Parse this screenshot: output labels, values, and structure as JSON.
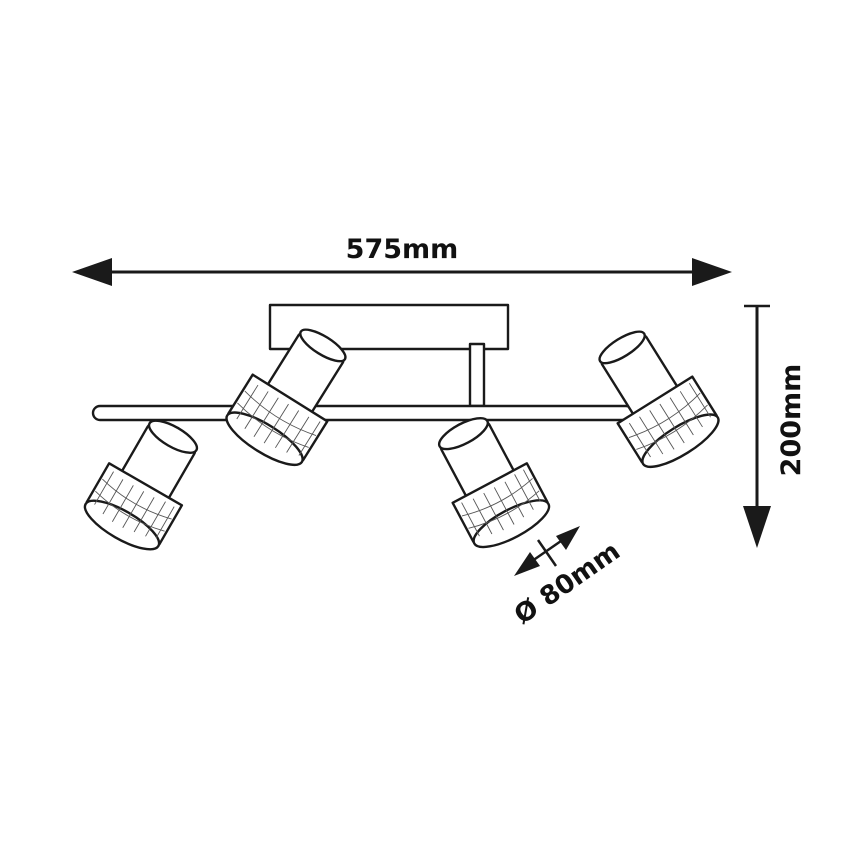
{
  "diagram": {
    "dimensions": {
      "width_label": "575mm",
      "height_label": "200mm",
      "diameter_label": "Ø 80mm"
    },
    "colors": {
      "ink": "#1a1a1a",
      "background": "#ffffff"
    },
    "spotlight_count": 4
  }
}
